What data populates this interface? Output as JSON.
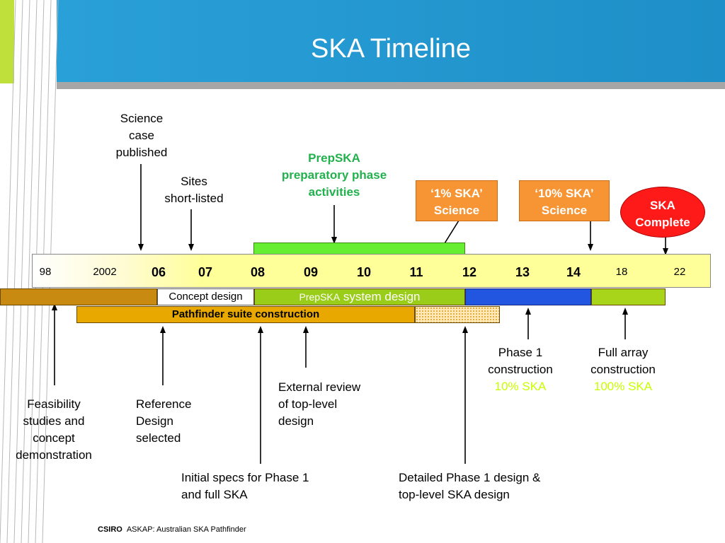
{
  "title": "SKA Timeline",
  "years": [
    "98",
    "2002",
    "06",
    "07",
    "08",
    "09",
    "10",
    "11",
    "12",
    "13",
    "14",
    "18",
    "22"
  ],
  "labels": {
    "science_case": [
      "Science",
      "case",
      "published"
    ],
    "sites": [
      "Sites",
      "short-listed"
    ],
    "prepska_activities": [
      "PrepSKA",
      "preparatory phase",
      "activities"
    ],
    "one_pct": [
      "‘1% SKA’",
      "Science"
    ],
    "ten_pct": [
      "‘10% SKA’",
      "Science"
    ],
    "ska_complete": [
      "SKA",
      "Complete"
    ],
    "feasibility": [
      "Feasibility",
      "studies and",
      "concept",
      "demonstration"
    ],
    "reference_design": [
      "Reference",
      "Design",
      "selected"
    ],
    "initial_specs": [
      "Initial specs for Phase 1",
      "and full SKA"
    ],
    "external_review": [
      "External review",
      "of top-level",
      "design"
    ],
    "detailed_design": [
      "Detailed Phase 1 design &",
      "top-level SKA design"
    ],
    "phase1": [
      "Phase 1",
      "construction",
      "10% SKA"
    ],
    "full_array": [
      "Full array",
      "construction",
      "100% SKA"
    ]
  },
  "bars": {
    "concept_design": "Concept design",
    "prepska_prefix": "PrepSKA",
    "prepska_suffix": " system design",
    "pathfinder": "Pathfinder suite construction"
  },
  "footer": {
    "org": "CSIRO",
    "text": "ASKAP: Australian SKA Pathfinder"
  },
  "colors": {
    "header_blue": "#1e8fc8",
    "header_green": "#bfe03a",
    "prepska_green": "#66ee33",
    "system_design_green": "#9acd1a",
    "pathfinder_orange": "#e8a800",
    "feasibility_brown": "#c88a10",
    "phase1_blue": "#2255e0",
    "full_array_green": "#a8d41a",
    "box_orange": "#f79433",
    "ska_red": "#ff1a1a",
    "activity_green": "#22b14c",
    "pct_yellow": "#c8ff00"
  }
}
